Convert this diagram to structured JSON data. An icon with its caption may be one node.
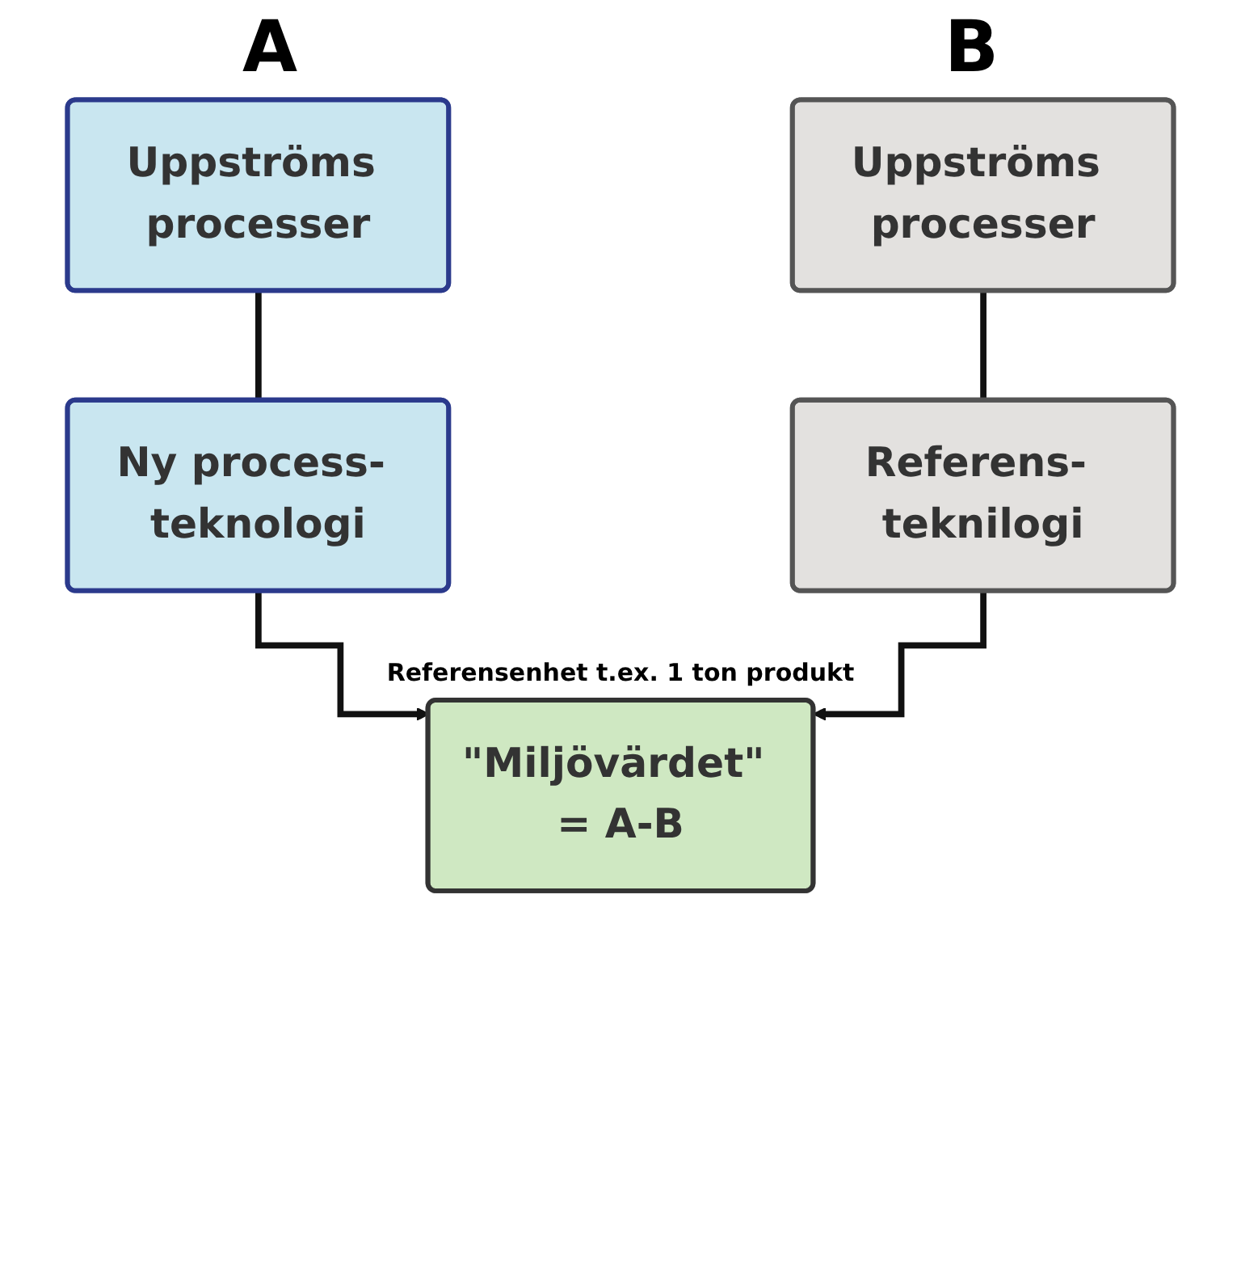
{
  "diagram": {
    "nodes": [
      {
        "text": [
          "Uppströms processer"
        ]
      },
      {
        "text": [
          "Ny process- teknologi"
        ]
      },
      {
        "text": [
          "Uppströms processer"
        ]
      },
      {
        "text": [
          "Referens- teknilogi"
        ]
      },
      {
        "text": [
          "\"Miljövärdet\" = A-B"
        ],
        "beside": [
          "Referensenhet t.ex. 1 ton produkt"
        ]
      }
    ],
    "edges": [
      {
        "from": 0,
        "to": 1,
        "arrow": "none"
      },
      {
        "from": 2,
        "to": 3,
        "arrow": "none"
      },
      {
        "from": 1,
        "to": 4,
        "arrow": "to"
      },
      {
        "from": 3,
        "to": 4,
        "arrow": "to"
      }
    ],
    "labels": [
      "A",
      "B"
    ]
  }
}
